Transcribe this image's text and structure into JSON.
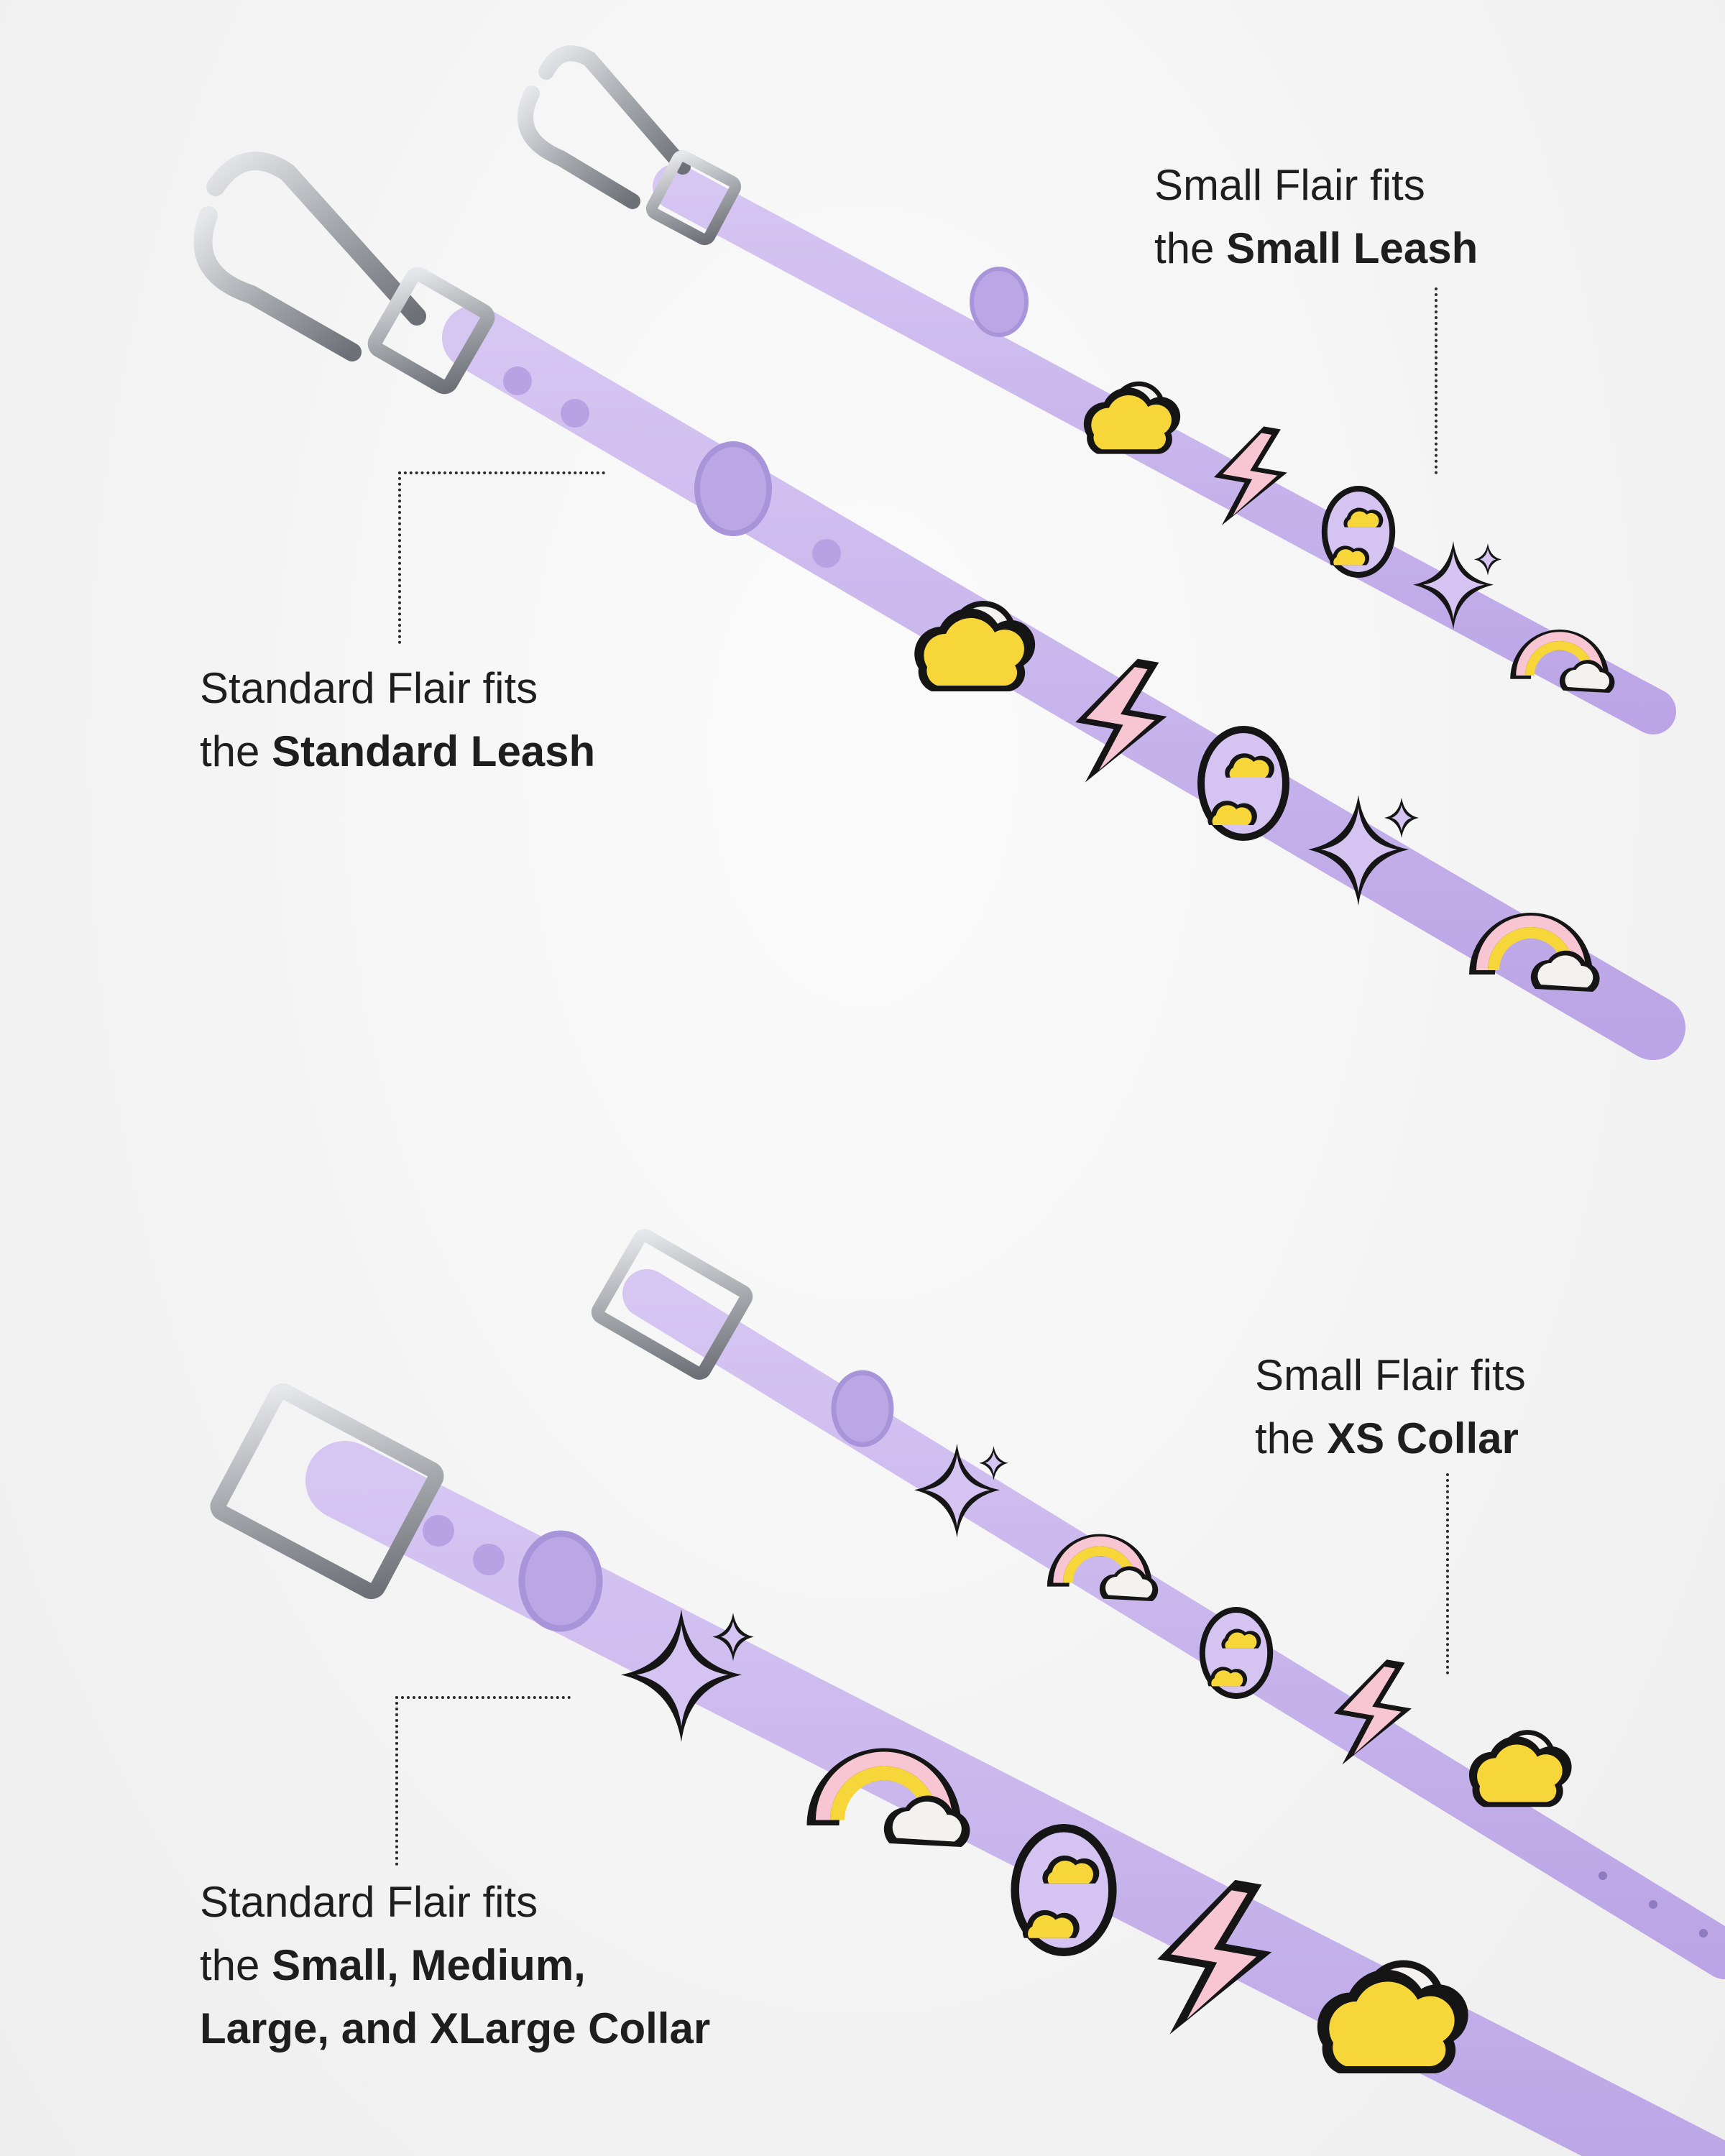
{
  "captions": [
    {
      "id": "small-leash",
      "prefix": "Small Flair fits",
      "the": "the ",
      "bold": "Small Leash"
    },
    {
      "id": "standard-leash",
      "prefix": "Standard Flair fits",
      "the": "the ",
      "bold": "Standard Leash"
    },
    {
      "id": "xs-collar",
      "prefix": "Small Flair fits",
      "the": "the ",
      "bold": "XS Collar"
    },
    {
      "id": "std-collar",
      "prefix": "Standard Flair fits",
      "the": "the ",
      "bold": "Small, Medium,",
      "bold2": "Large, and XLarge Collar"
    }
  ],
  "colors": {
    "strap": "#c9b6ec",
    "strap_shade": "#b39ddf",
    "charm_yellow": "#f7d63a",
    "charm_pink": "#f8c6d3",
    "charm_lilac": "#d5c3f1",
    "charm_outline": "#151515",
    "metal": "#b5b7bb"
  },
  "charm_sets": {
    "small_leash": [
      "cloud-moon",
      "lightning-bolt",
      "cloud-swirl",
      "sparkle",
      "rainbow"
    ],
    "standard_leash": [
      "cloud-moon",
      "lightning-bolt",
      "cloud-swirl",
      "sparkle",
      "rainbow"
    ],
    "xs_collar": [
      "sparkle",
      "rainbow",
      "cloud-swirl",
      "lightning-bolt",
      "cloud-moon"
    ],
    "standard_collar": [
      "sparkle",
      "rainbow",
      "cloud-swirl",
      "lightning-bolt",
      "cloud-moon"
    ]
  }
}
